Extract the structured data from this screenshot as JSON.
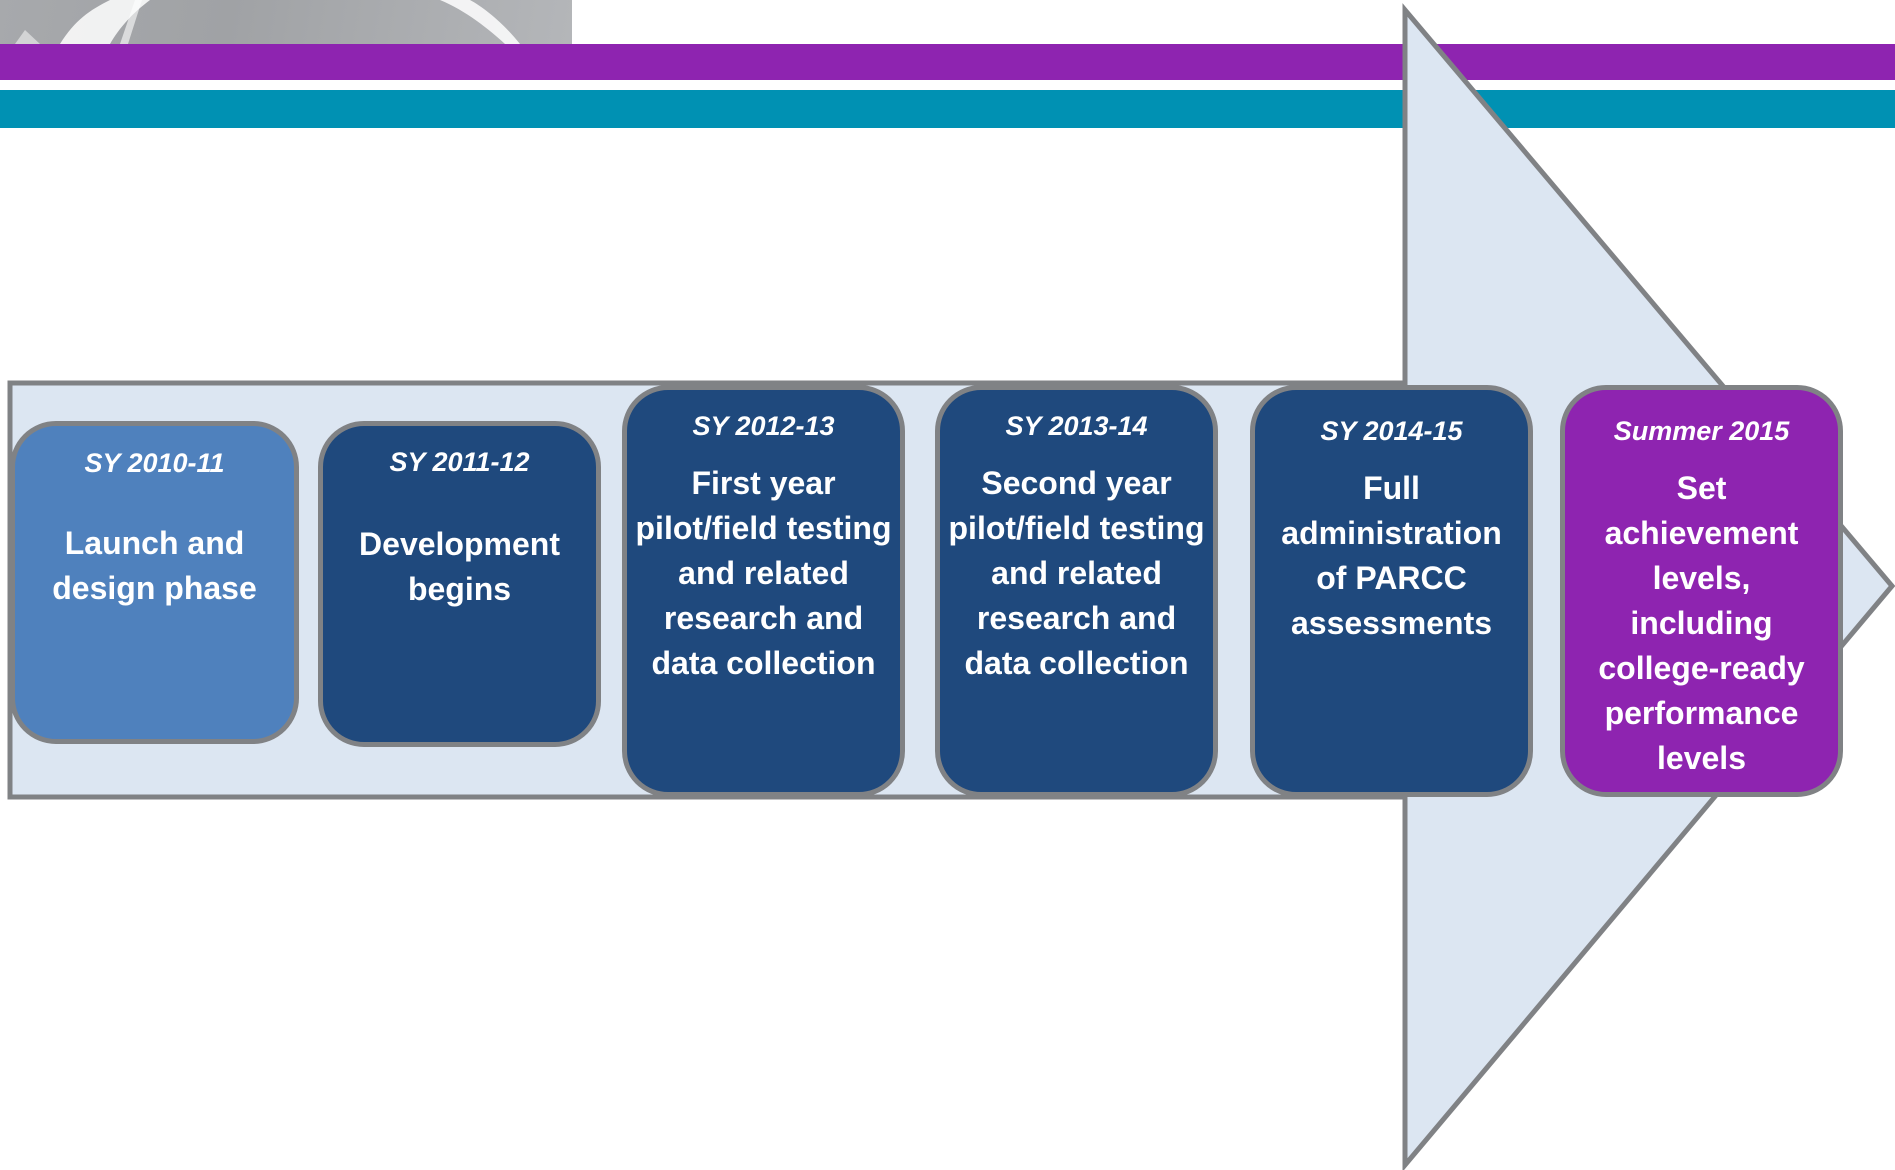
{
  "colors": {
    "purple_band": "#8e24b0",
    "teal_band": "#0091b3",
    "arrow_fill": "#dce6f2",
    "arrow_outline": "#808285",
    "box_light_blue": "#4f81bd",
    "box_dark_blue": "#1f497d",
    "box_purple": "#8e24b0"
  },
  "timeline": [
    {
      "period": "SY 2010-11",
      "description": "Launch and design phase",
      "color": "light-blue"
    },
    {
      "period": "SY 2011-12",
      "description": "Development begins",
      "color": "dark-blue"
    },
    {
      "period": "SY 2012-13",
      "description": "First year pilot/field testing and related research and data collection",
      "color": "dark-blue"
    },
    {
      "period": "SY 2013-14",
      "description": "Second year pilot/field testing and related research and data collection",
      "color": "dark-blue"
    },
    {
      "period": "SY 2014-15",
      "description": "Full administration of PARCC assessments",
      "color": "dark-blue"
    },
    {
      "period": "Summer 2015",
      "description": "Set achievement levels, including college-ready performance levels",
      "color": "purple"
    }
  ]
}
